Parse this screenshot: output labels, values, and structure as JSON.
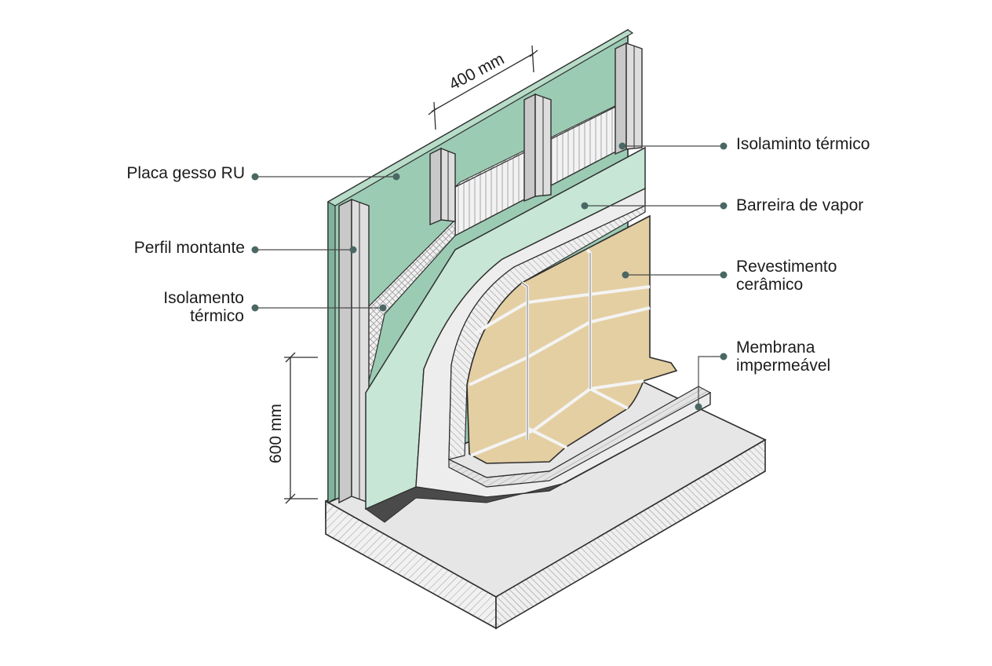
{
  "labels": {
    "placa_gesso": "Placa gesso RU",
    "perfil_montante": "Perfil montante",
    "isolamento_esq": [
      "Isolamento",
      "térmico"
    ],
    "isolamento_dir": "Isolaminto térmico",
    "barreira_vapor": "Barreira de vapor",
    "revestimento": [
      "Revestimento",
      "cerâmico"
    ],
    "membrana": [
      "Membrana",
      "impermeável"
    ]
  },
  "dimensions": {
    "stud_spacing": "400 mm",
    "height_mark": "600 mm"
  },
  "colors": {
    "board_green": "#9ccbb4",
    "vapor_barrier": "#c7e6d6",
    "ceramic_tile": "#e4cfa3",
    "steel_profile": "#c9c9c9",
    "membrane": "#ededed",
    "slab": "#e6e6e6",
    "leader_dot": "#4a6764",
    "outline": "#2e2e2e"
  }
}
